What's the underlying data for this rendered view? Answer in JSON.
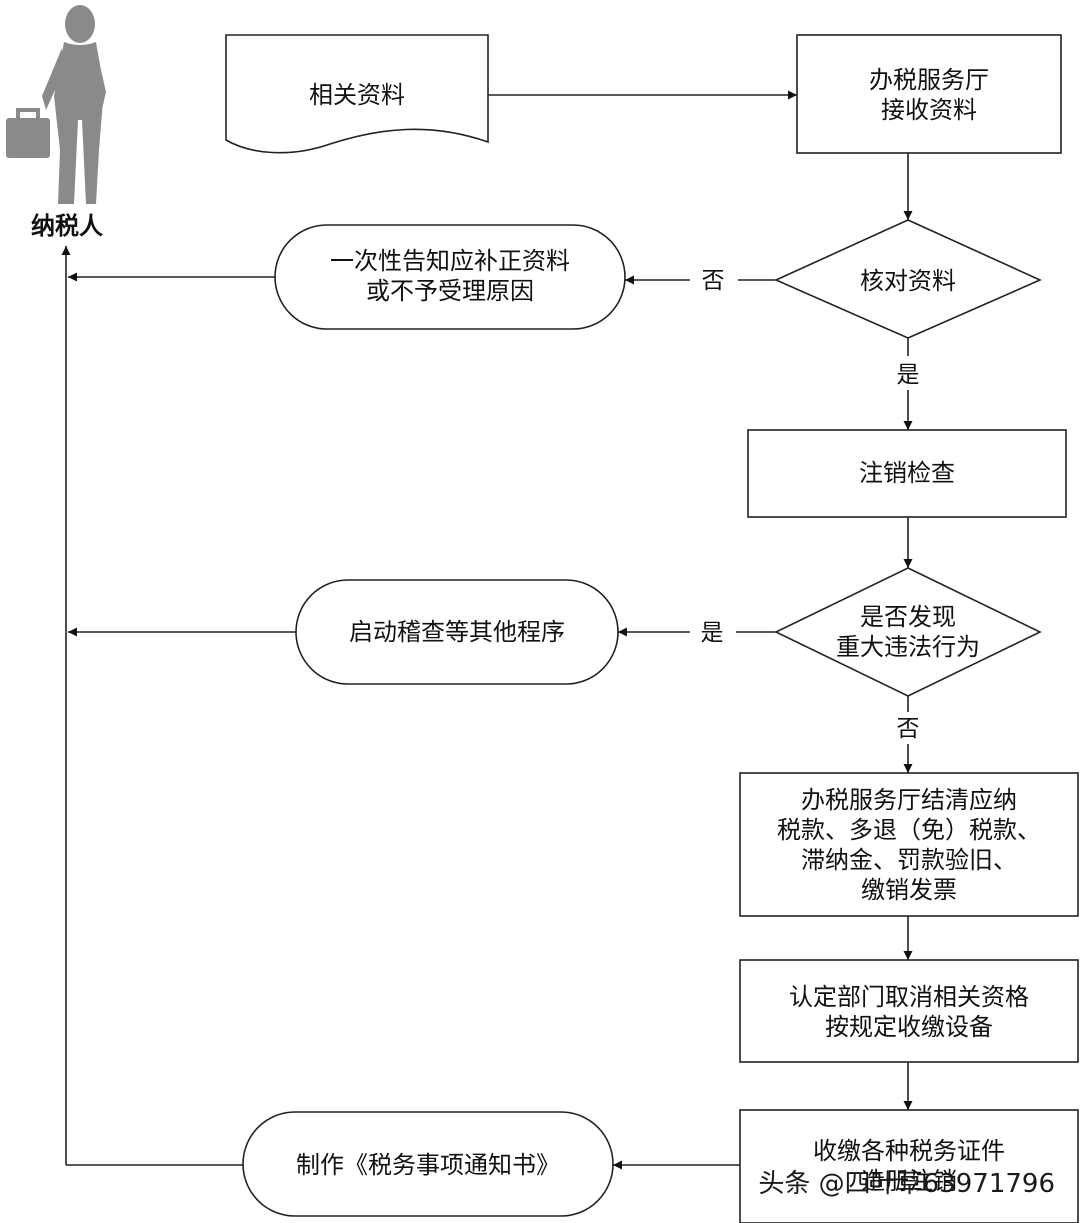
{
  "actor": {
    "label": "纳税人"
  },
  "nodes": {
    "materials": {
      "lines": [
        "相关资料"
      ]
    },
    "receive": {
      "lines": [
        "办税服务厅",
        "接收资料"
      ]
    },
    "verify": {
      "lines": [
        "核对资料"
      ]
    },
    "notify_supplement": {
      "lines": [
        "一次性告知应补正资料",
        "或不予受理原因"
      ]
    },
    "cancel_check": {
      "lines": [
        "注销检查"
      ]
    },
    "violation": {
      "lines": [
        "是否发现",
        "重大违法行为"
      ]
    },
    "audit": {
      "lines": [
        "启动稽查等其他程序"
      ]
    },
    "settle": {
      "lines": [
        "办税服务厅结清应纳",
        "税款、多退（免）税款、",
        "滞纳金、罚款验旧、",
        "缴销发票"
      ]
    },
    "cancel_qualification": {
      "lines": [
        "认定部门取消相关资格",
        "按规定收缴设备"
      ]
    },
    "collect_certs": {
      "lines": [
        "收缴各种税务证件",
        "造册注销"
      ]
    },
    "make_notice": {
      "lines": [
        "制作《税务事项通知书》"
      ]
    }
  },
  "edges": {
    "verify_no": "否",
    "verify_yes": "是",
    "violation_yes": "是",
    "violation_no": "否"
  },
  "watermark": {
    "text": "头条 @四叶草63971796"
  }
}
